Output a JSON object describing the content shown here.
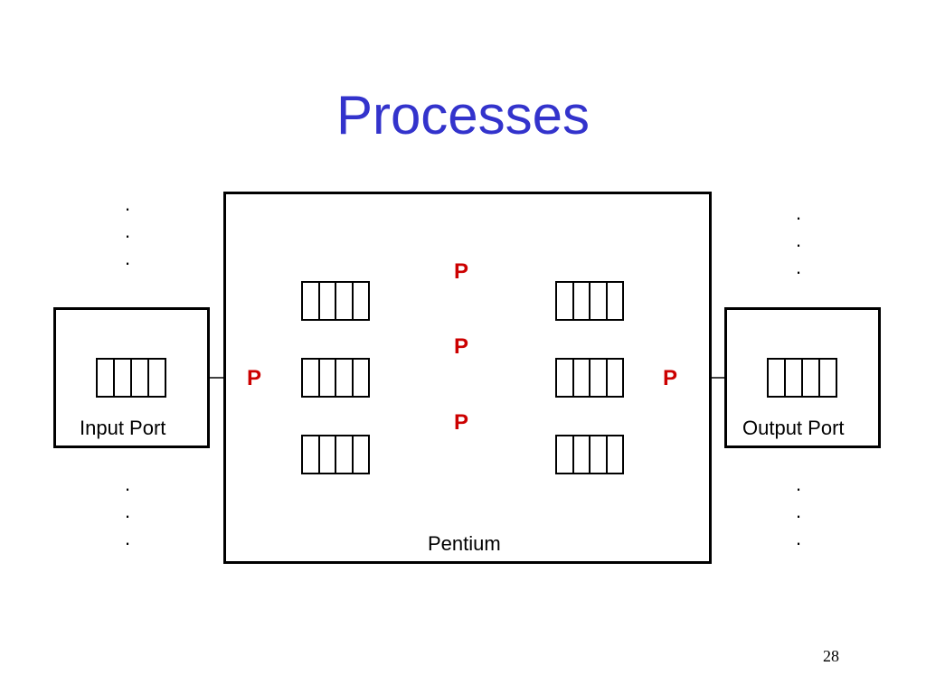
{
  "title": "Processes",
  "input_port": {
    "label": "Input Port"
  },
  "output_port": {
    "label": "Output Port"
  },
  "pentium": {
    "label": "Pentium"
  },
  "process_label": "P",
  "dot": "·",
  "page_number": "28"
}
